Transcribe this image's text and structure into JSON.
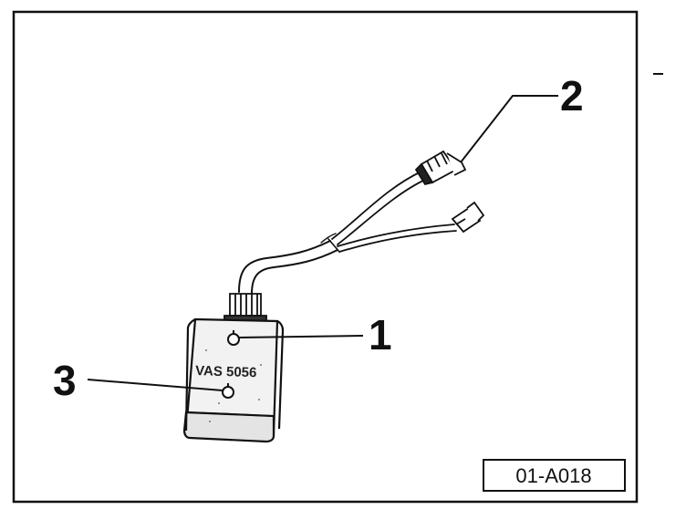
{
  "callouts": {
    "one": "1",
    "two": "2",
    "three": "3"
  },
  "device_label": "VAS 5056",
  "figure_code": "01-A018",
  "colors": {
    "ink": "#111111",
    "device_fill": "#f2f2f2",
    "paper": "#ffffff"
  }
}
